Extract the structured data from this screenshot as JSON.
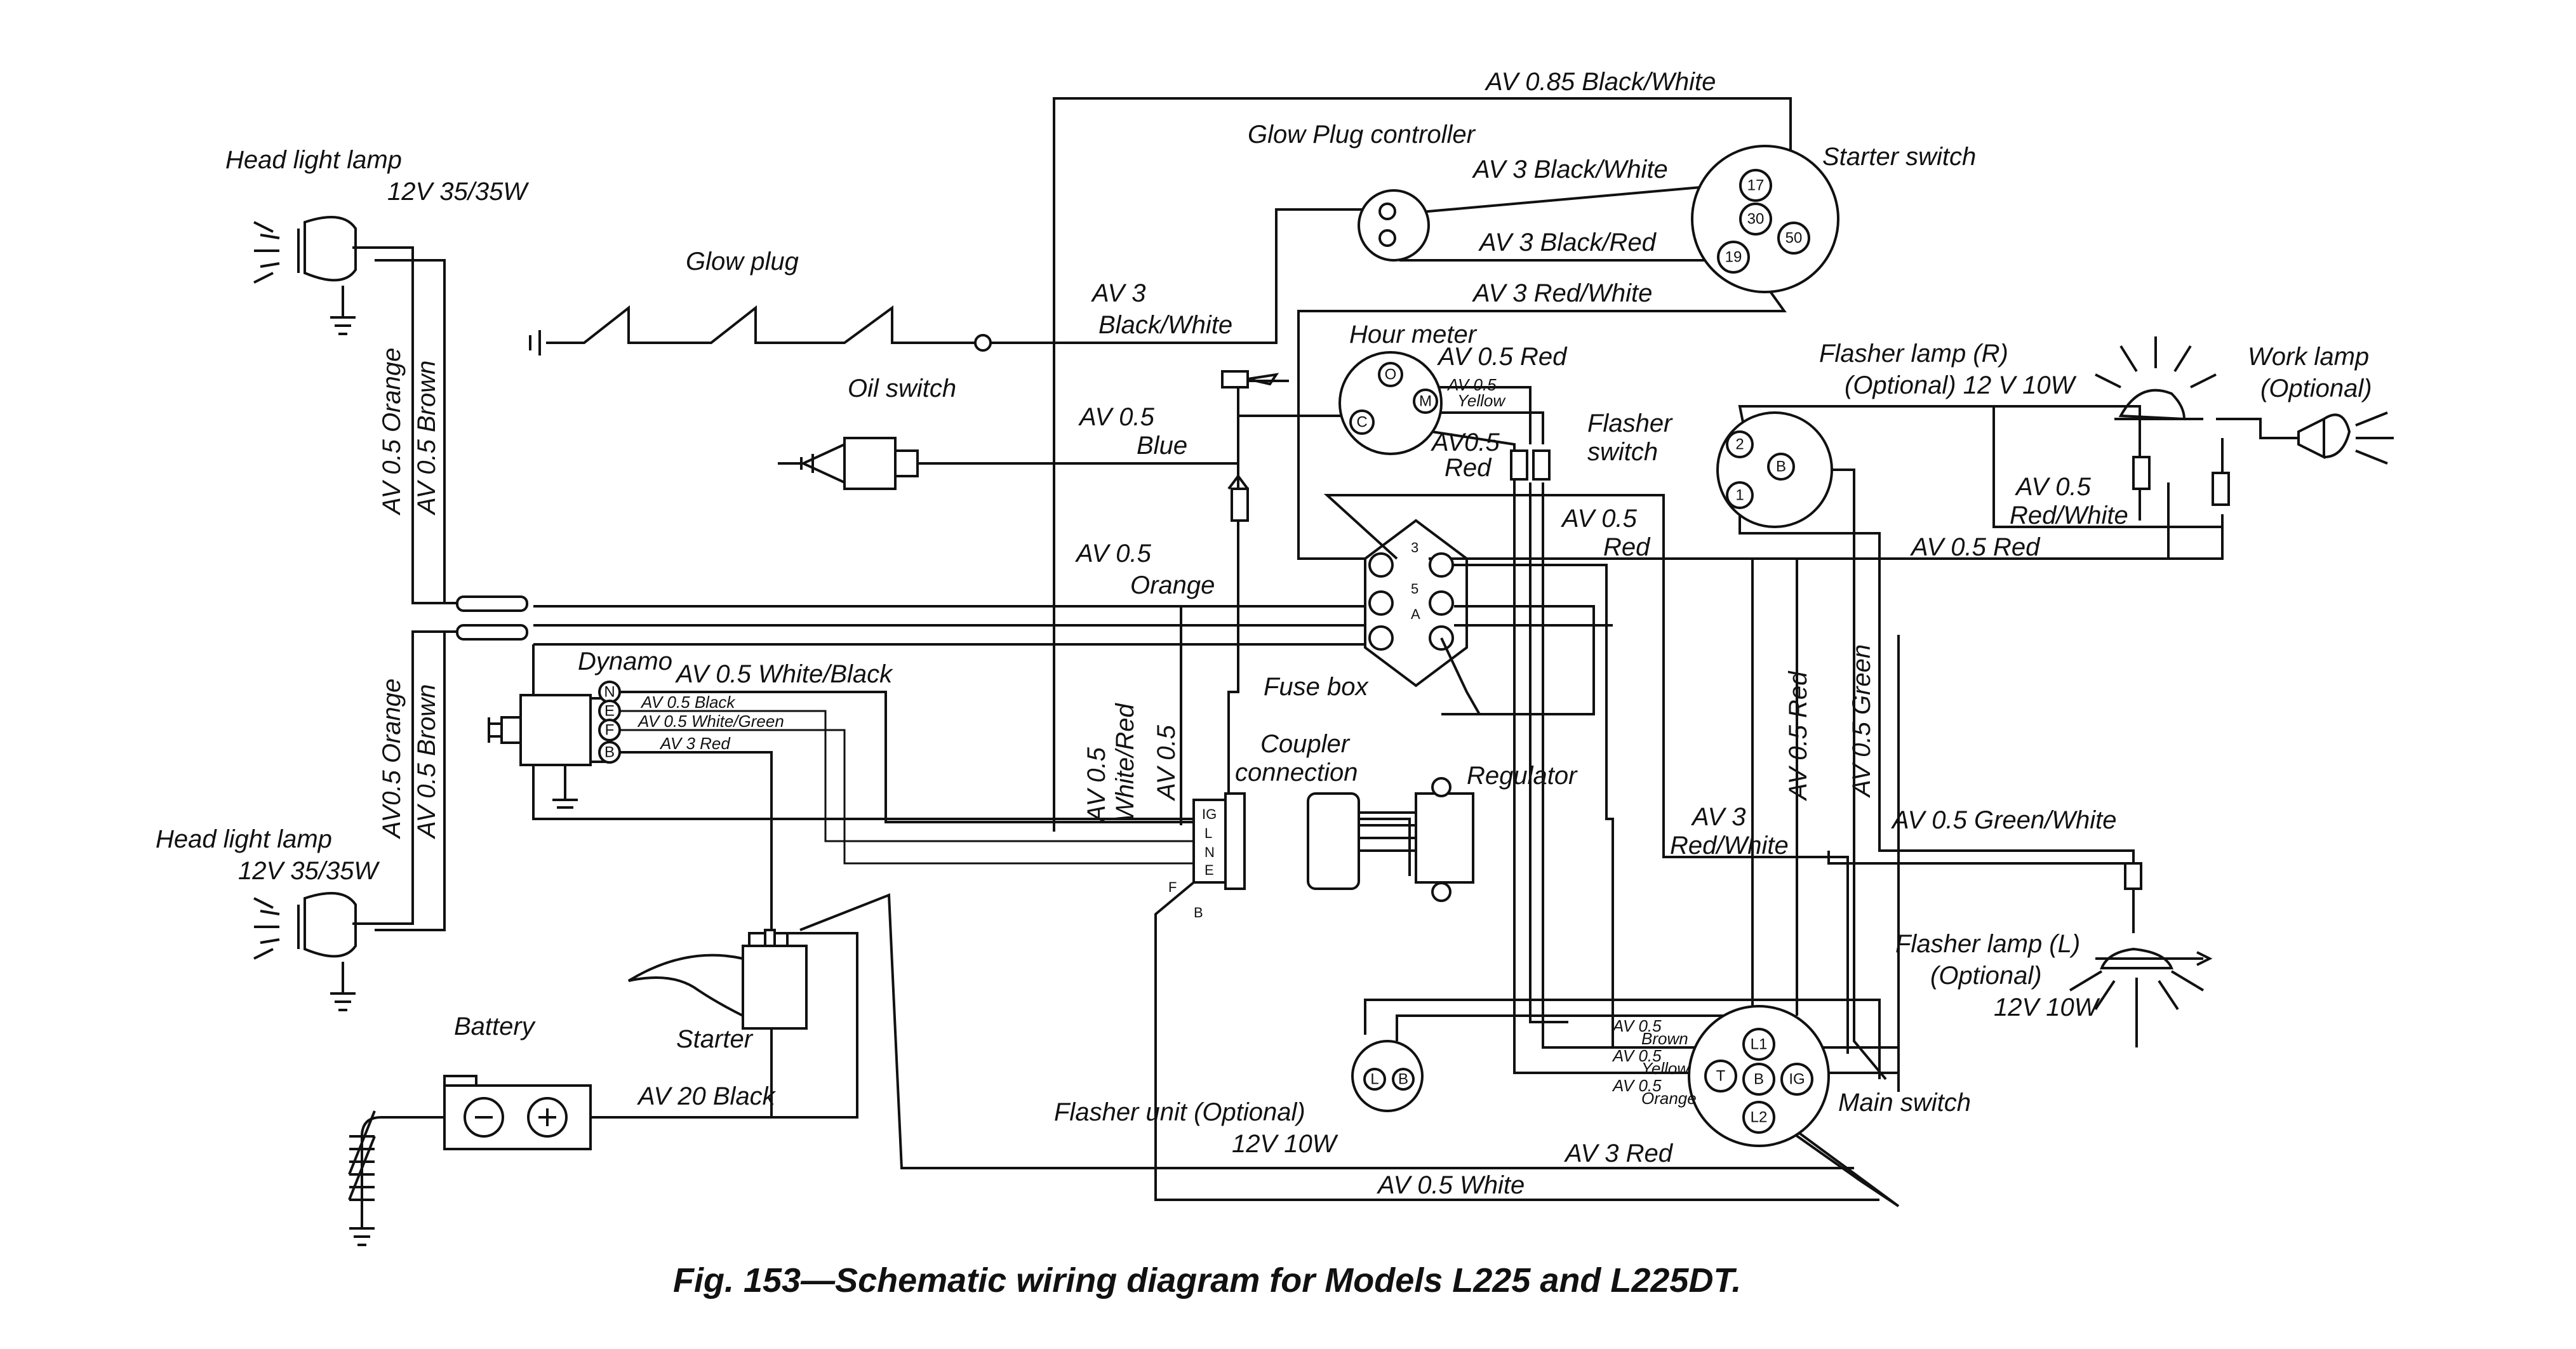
{
  "caption": "Fig. 153—Schematic wiring diagram for Models L225 and L225DT.",
  "components": {
    "headlight_top": "Head light lamp",
    "headlight_top_spec": "12V 35/35W",
    "headlight_bottom": "Head light lamp",
    "headlight_bottom_spec": "12V 35/35W",
    "glow_plug": "Glow plug",
    "glow_controller": "Glow Plug controller",
    "starter_switch": "Starter switch",
    "oil_switch": "Oil switch",
    "hour_meter": "Hour meter",
    "flasher_switch_1": "Flasher",
    "flasher_switch_2": "switch",
    "flasher_lamp_r_1": "Flasher lamp (R)",
    "flasher_lamp_r_2": "(Optional) 12 V 10W",
    "work_lamp_1": "Work lamp",
    "work_lamp_2": "(Optional)",
    "dynamo": "Dynamo",
    "fuse_box": "Fuse box",
    "coupler_1": "Coupler",
    "coupler_2": "connection",
    "regulator": "Regulator",
    "starter": "Starter",
    "battery": "Battery",
    "flasher_unit_1": "Flasher unit (Optional)",
    "flasher_unit_2": "12V 10W",
    "main_switch": "Main switch",
    "flasher_lamp_l_1": "Flasher lamp (L)",
    "flasher_lamp_l_2": "(Optional)",
    "flasher_lamp_l_3": "12V 10W"
  },
  "wires": {
    "w085_bw": "AV 0.85 Black/White",
    "w3_bw_top": "AV 3 Black/White",
    "w3_br": "AV 3 Black/Red",
    "w3_rw_top": "AV 3 Red/White",
    "w3_bw_glow_1": "AV 3",
    "w3_bw_glow_2": "Black/White",
    "w05_red_hm": "AV 0.5 Red",
    "w05_yellow_hm_1": "AV 0.5",
    "w05_yellow_hm_2": "Yellow",
    "w05_red_hm2_1": "AV0.5",
    "w05_red_hm2_2": "Red",
    "w05_blue_1": "AV 0.5",
    "w05_blue_2": "Blue",
    "w05_orange_1": "AV 0.5",
    "w05_orange_2": "Orange",
    "w05_red_fuse_1": "AV 0.5",
    "w05_red_fuse_2": "Red",
    "w05_red_flasher": "AV 0.5 Red",
    "w05_red_rw_1": "AV 0.5",
    "w05_red_rw_2": "Red/White",
    "w05_orange_vert": "AV 0.5 Orange",
    "w05_brown_vert": "AV 0.5 Brown",
    "w05_orange_vert2": "AV0.5 Orange",
    "w05_brown_vert2": "AV 0.5 Brown",
    "w05_wb": "AV 0.5 White/Black",
    "w05_black": "AV 0.5 Black",
    "w05_wg": "AV 0.5 White/Green",
    "w3_red_dyn": "AV 3 Red",
    "w05_wr_1": "AV 0.5",
    "w05_wr_2": "White/Red",
    "w05_coupler": "AV 0.5",
    "w05_red_vert": "AV 0.5 Red",
    "w05_green_vert": "AV 0.5 Green",
    "w3_rw_mid_1": "AV 3",
    "w3_rw_mid_2": "Red/White",
    "w05_gw": "AV 0.5 Green/White",
    "w20_black": "AV 20 Black",
    "w05_brown_ms_1": "AV 0.5",
    "w05_brown_ms_2": "Brown",
    "w05_yellow_ms_1": "AV 0.5",
    "w05_yellow_ms_2": "Yellow",
    "w05_orange_ms_1": "AV 0.5",
    "w05_orange_ms_2": "Orange",
    "w3_red_bottom": "AV 3 Red",
    "w05_white_bottom": "AV 0.5 White"
  },
  "terminals": {
    "ss_17": "17",
    "ss_30": "30",
    "ss_19": "19",
    "ss_50": "50",
    "hm_o": "O",
    "hm_m": "M",
    "hm_c": "C",
    "fs_2": "2",
    "fs_b": "B",
    "fs_1": "1",
    "dy_n": "N",
    "dy_e": "E",
    "dy_f": "F",
    "dy_b": "B",
    "fu_l": "L",
    "fu_b": "B",
    "ms_l1": "L1",
    "ms_t": "T",
    "ms_b": "B",
    "ms_ig": "IG",
    "ms_l2": "L2",
    "cp_ig": "IG",
    "cp_l": "L",
    "cp_n": "N",
    "cp_e": "E",
    "cp_f": "F",
    "cp_b": "B",
    "fb_3": "3",
    "fb_5": "5",
    "fb_a": "A"
  }
}
